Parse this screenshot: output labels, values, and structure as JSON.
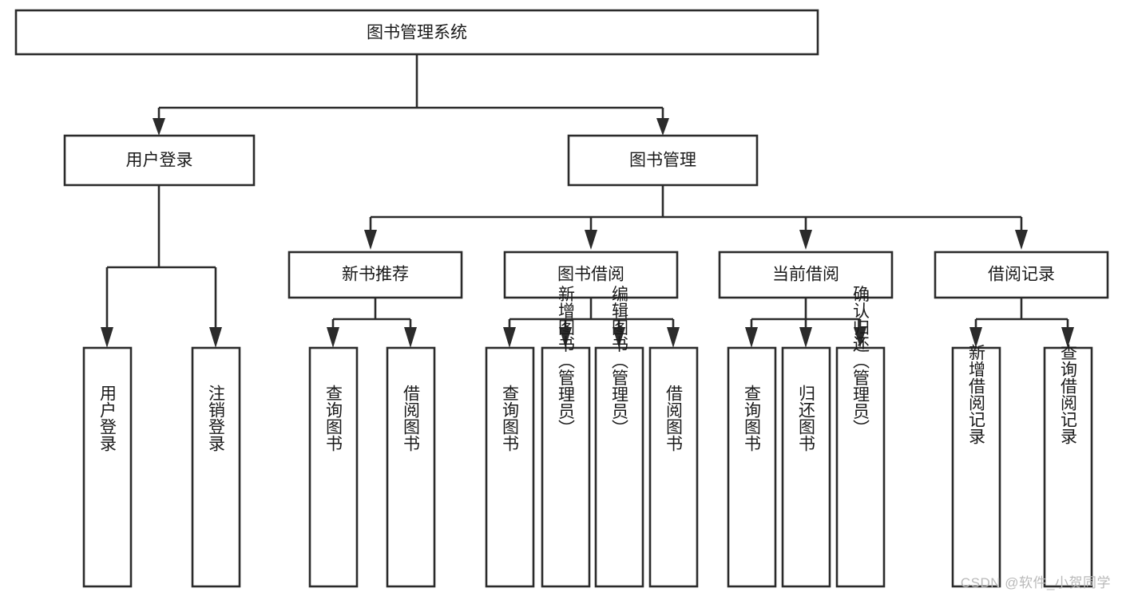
{
  "diagram": {
    "title": "图书管理系统",
    "type": "hierarchy-tree",
    "root": {
      "id": "root",
      "label": "图书管理系统"
    },
    "level2": [
      {
        "id": "user-login",
        "label": "用户登录"
      },
      {
        "id": "book-manage",
        "label": "图书管理"
      }
    ],
    "level3": [
      {
        "id": "new-book-rec",
        "label": "新书推荐",
        "parent": "book-manage"
      },
      {
        "id": "book-borrow",
        "label": "图书借阅",
        "parent": "book-manage"
      },
      {
        "id": "current-borrow",
        "label": "当前借阅",
        "parent": "book-manage"
      },
      {
        "id": "borrow-record",
        "label": "借阅记录",
        "parent": "book-manage"
      }
    ],
    "leaves": {
      "user-login": [
        {
          "id": "leaf-user-login",
          "label": "用户登录"
        },
        {
          "id": "leaf-logout",
          "label": "注销登录"
        }
      ],
      "new-book-rec": [
        {
          "id": "leaf-query-book-1",
          "label": "查询图书"
        },
        {
          "id": "leaf-borrow-book-1",
          "label": "借阅图书"
        }
      ],
      "book-borrow": [
        {
          "id": "leaf-query-book-2",
          "label": "查询图书"
        },
        {
          "id": "leaf-add-book",
          "label": "新增图书（管理员）"
        },
        {
          "id": "leaf-edit-book",
          "label": "编辑图书（管理员）"
        },
        {
          "id": "leaf-borrow-book-2",
          "label": "借阅图书"
        }
      ],
      "current-borrow": [
        {
          "id": "leaf-query-book-3",
          "label": "查询图书"
        },
        {
          "id": "leaf-return-book",
          "label": "归还图书"
        },
        {
          "id": "leaf-confirm-return",
          "label": "确认归还（管理员）"
        }
      ],
      "borrow-record": [
        {
          "id": "leaf-add-record",
          "label": "新增借阅记录"
        },
        {
          "id": "leaf-query-record",
          "label": "查询借阅记录"
        }
      ]
    }
  },
  "watermark": {
    "text": "CSDN @软件_小贺同学"
  },
  "colors": {
    "stroke": "#2b2b2b",
    "fill": "#ffffff",
    "text": "#1a1a1a",
    "watermark": "#b9b9b9"
  }
}
